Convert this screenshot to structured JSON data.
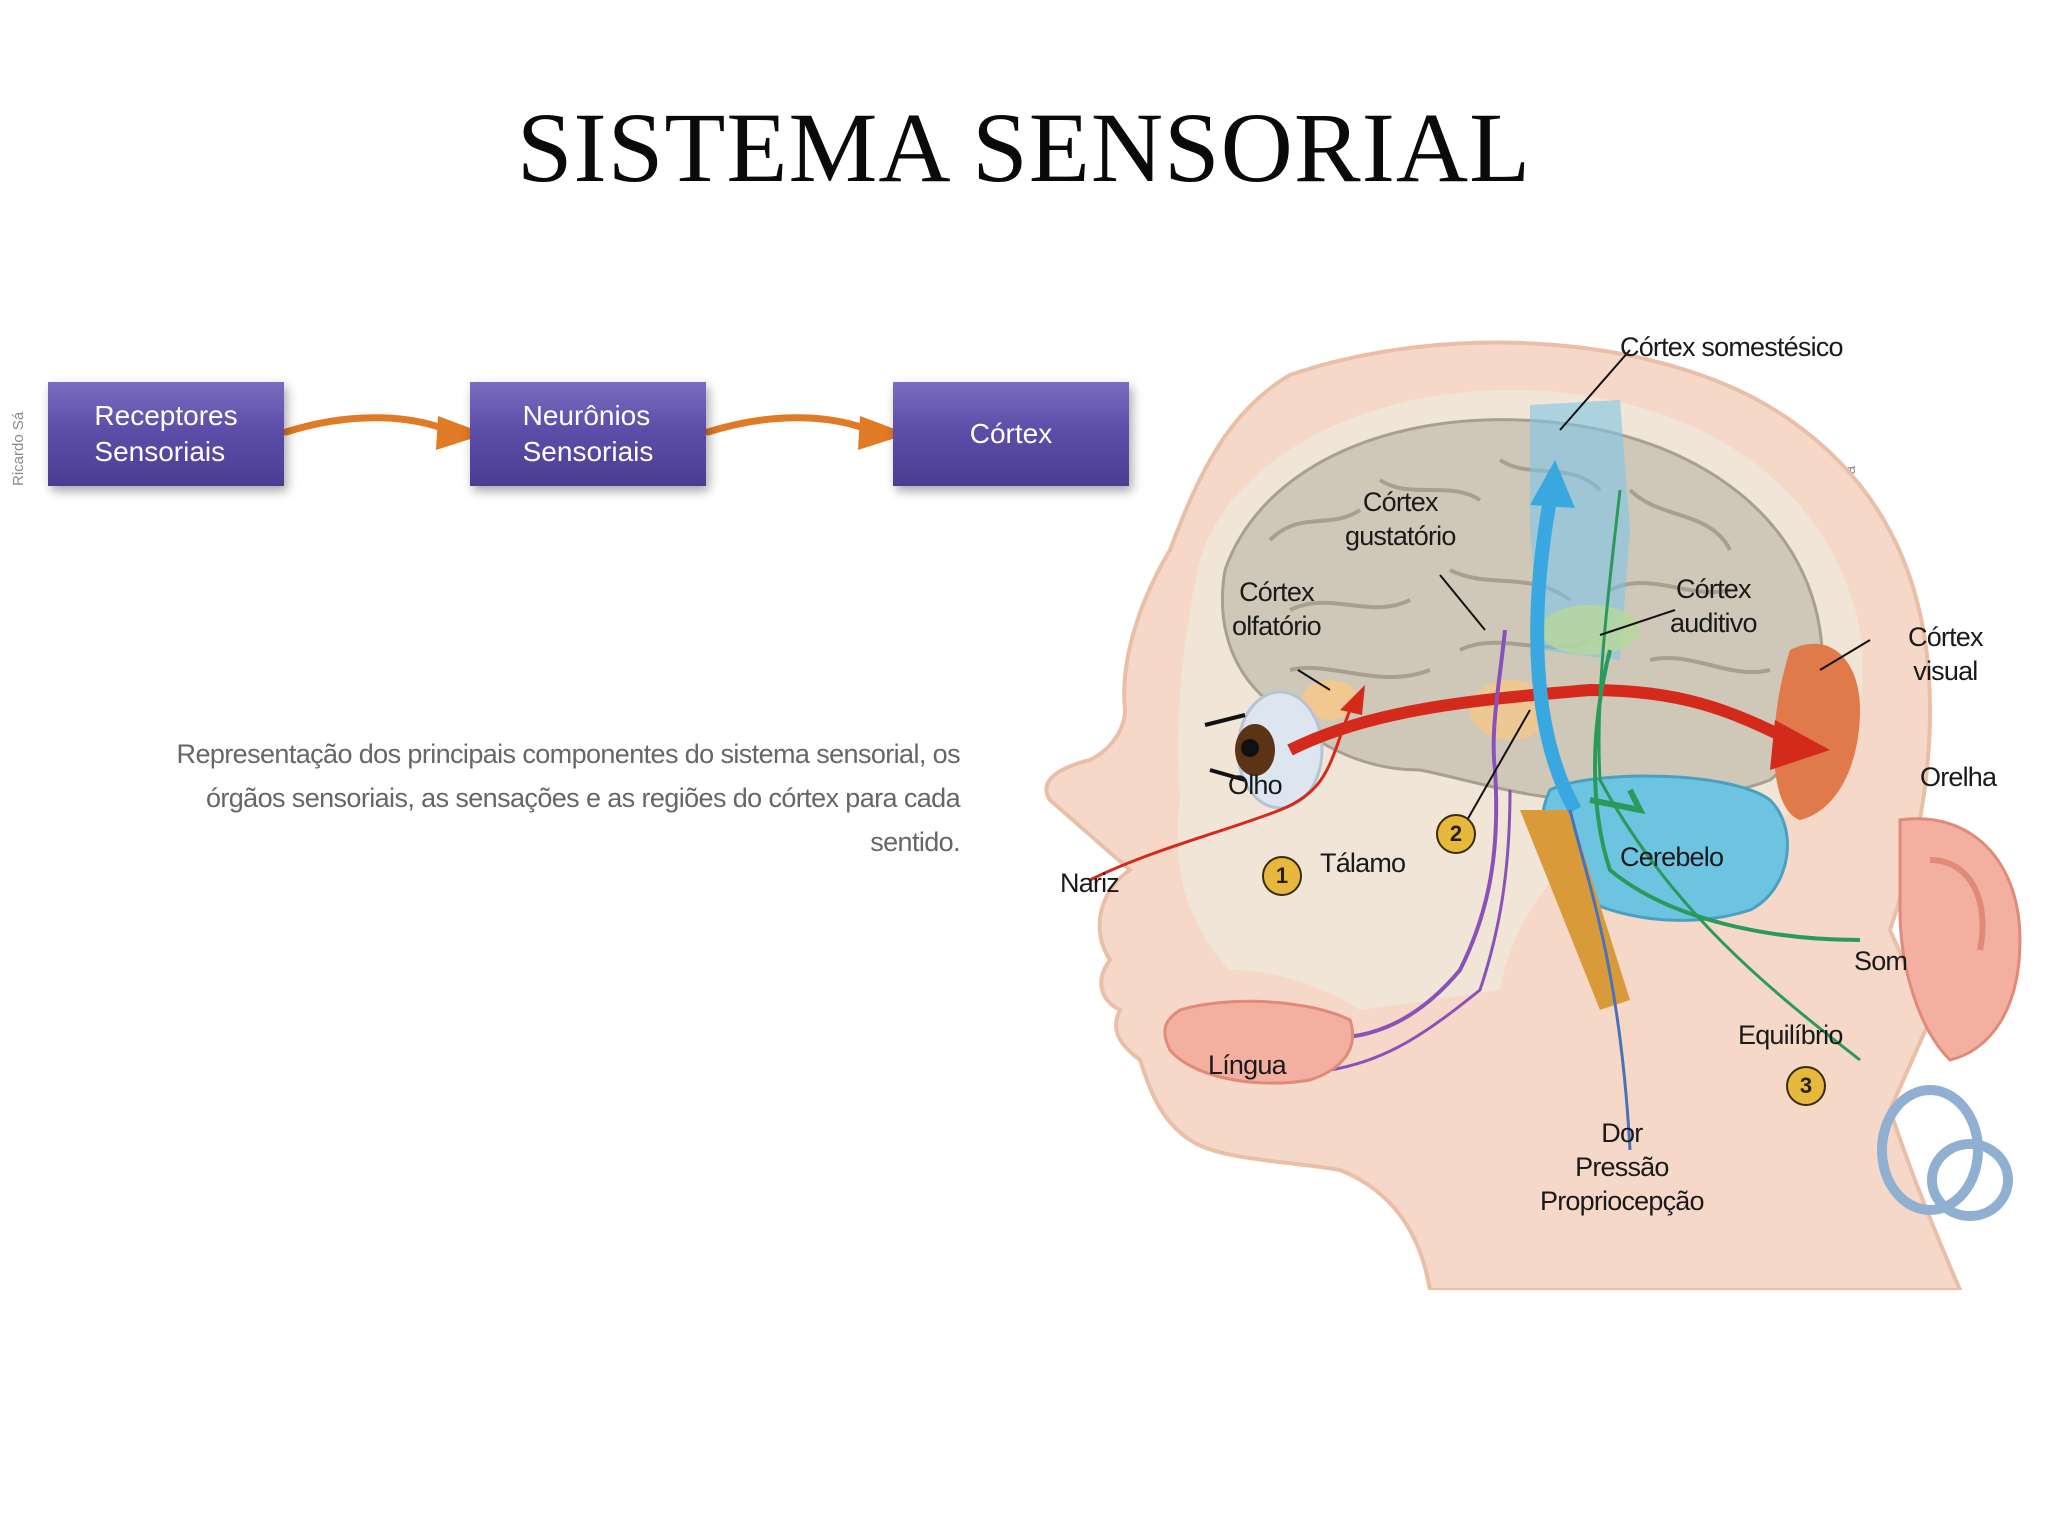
{
  "title": "SISTEMA SENSORIAL",
  "credit": "Ricardo Sá",
  "flow": {
    "receptores": [
      "Receptores",
      "Sensoriais"
    ],
    "neuronios": [
      "Neurônios",
      "Sensoriais"
    ],
    "cortex": "Córtex"
  },
  "caption": "Representação dos principais componentes do sistema sensorial, os órgãos sensoriais, as sensações e as regiões do córtex para cada sentido.",
  "labels": {
    "cortex_somestesico": "Córtex somestésico",
    "cortex_gustatorio": [
      "Córtex",
      "gustatório"
    ],
    "cortex_olfatorio": [
      "Córtex",
      "olfatório"
    ],
    "cortex_auditivo": [
      "Córtex",
      "auditivo"
    ],
    "cortex_visual": [
      "Córtex",
      "visual"
    ],
    "olho": "Olho",
    "nariz": "Nariz",
    "talamo": "Tálamo",
    "cerebelo": "Cerebelo",
    "orelha": "Orelha",
    "som": "Som",
    "equilibrio": "Equilíbrio",
    "lingua": "Língua",
    "dor": [
      "Dor",
      "Pressão",
      "Propriocepção"
    ]
  },
  "badges": [
    "1",
    "2",
    "3"
  ],
  "colors": {
    "flow_box": "#5d4fa9",
    "flow_arrow": "#e07a25",
    "skin": "#f6d8c8",
    "brain": "#cfc7b8",
    "visual_path": "#d42a1c",
    "somesthetic_path": "#3aa8e0",
    "auditory_path": "#2a9a5a",
    "gustatory_path": "#8a52b8",
    "cerebellum": "#6cc4e0"
  }
}
